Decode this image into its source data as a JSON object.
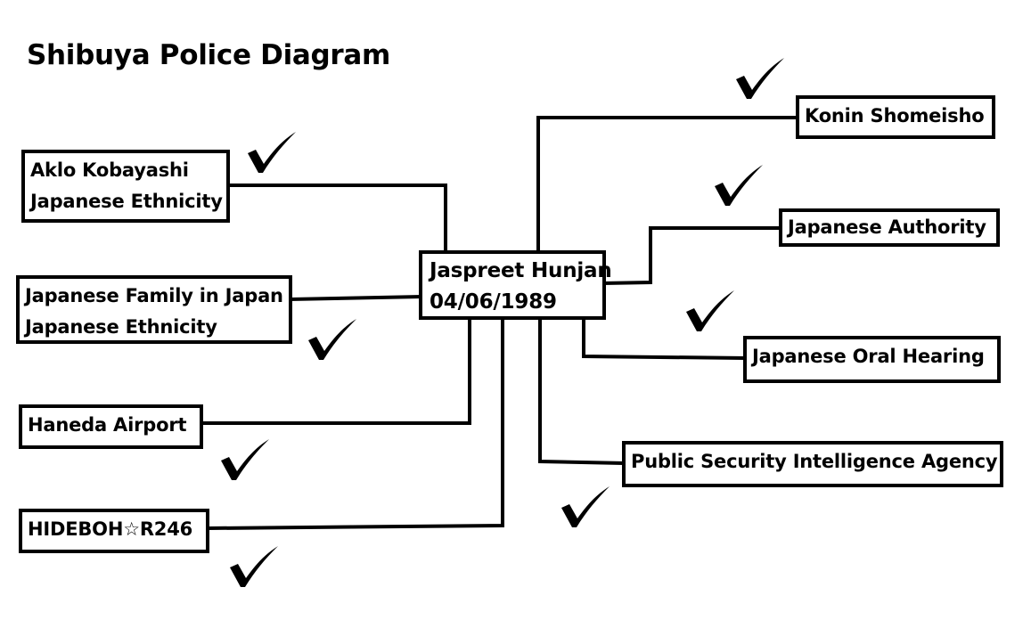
{
  "title": "Shibuya Police Diagram",
  "center": {
    "line1": "Jaspreet Hunjan",
    "line2": "04/06/1989"
  },
  "left": [
    {
      "line1": "Aklo Kobayashi",
      "line2": "Japanese Ethnicity"
    },
    {
      "line1": "Japanese Family in Japan",
      "line2": "Japanese Ethnicity"
    },
    {
      "line1": "Haneda Airport"
    },
    {
      "line1": "HIDEBOH☆R246"
    }
  ],
  "right": [
    {
      "line1": "Konin Shomeisho"
    },
    {
      "line1": "Japanese Authority"
    },
    {
      "line1": "Japanese Oral Hearing"
    },
    {
      "line1": "Public Security Intelligence Agency"
    }
  ],
  "checkmarks_count": 8,
  "colors": {
    "stroke": "#000000",
    "background": "#ffffff"
  }
}
